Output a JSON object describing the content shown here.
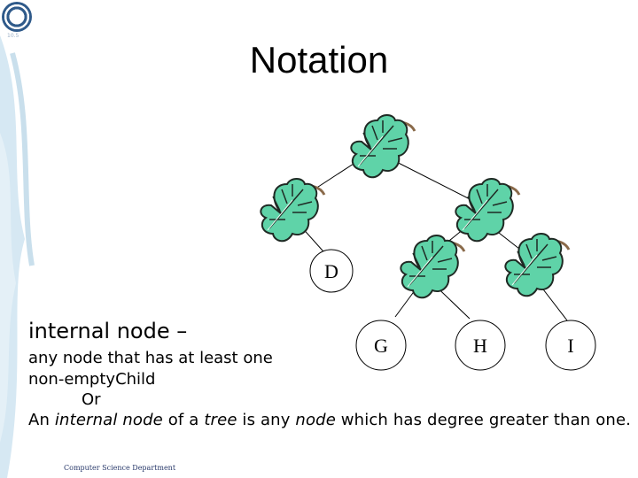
{
  "slide": {
    "title": "Notation",
    "tree": {
      "labeled_nodes": [
        "D",
        "G",
        "H",
        "I"
      ],
      "leaf_icon": "green-leaf-icon"
    },
    "term_heading": "internal node –",
    "definition_line1": "any node that has at  least one",
    "definition_line2": "non-emptyChild",
    "or_text": "Or",
    "alt_definition": {
      "part1": "An ",
      "part2": "internal node",
      "part3": " of a ",
      "part4": "tree",
      "part5": " is any ",
      "part6": "node",
      "part7": " which has degree greater than one."
    },
    "footer": "Computer Science Department",
    "logo_text": "10.5",
    "colors": {
      "side_band": "#cfe3f0",
      "leaf_fill": "#5fd3a8",
      "leaf_stroke": "#1f2a24",
      "stem": "#8a6a4a"
    }
  }
}
